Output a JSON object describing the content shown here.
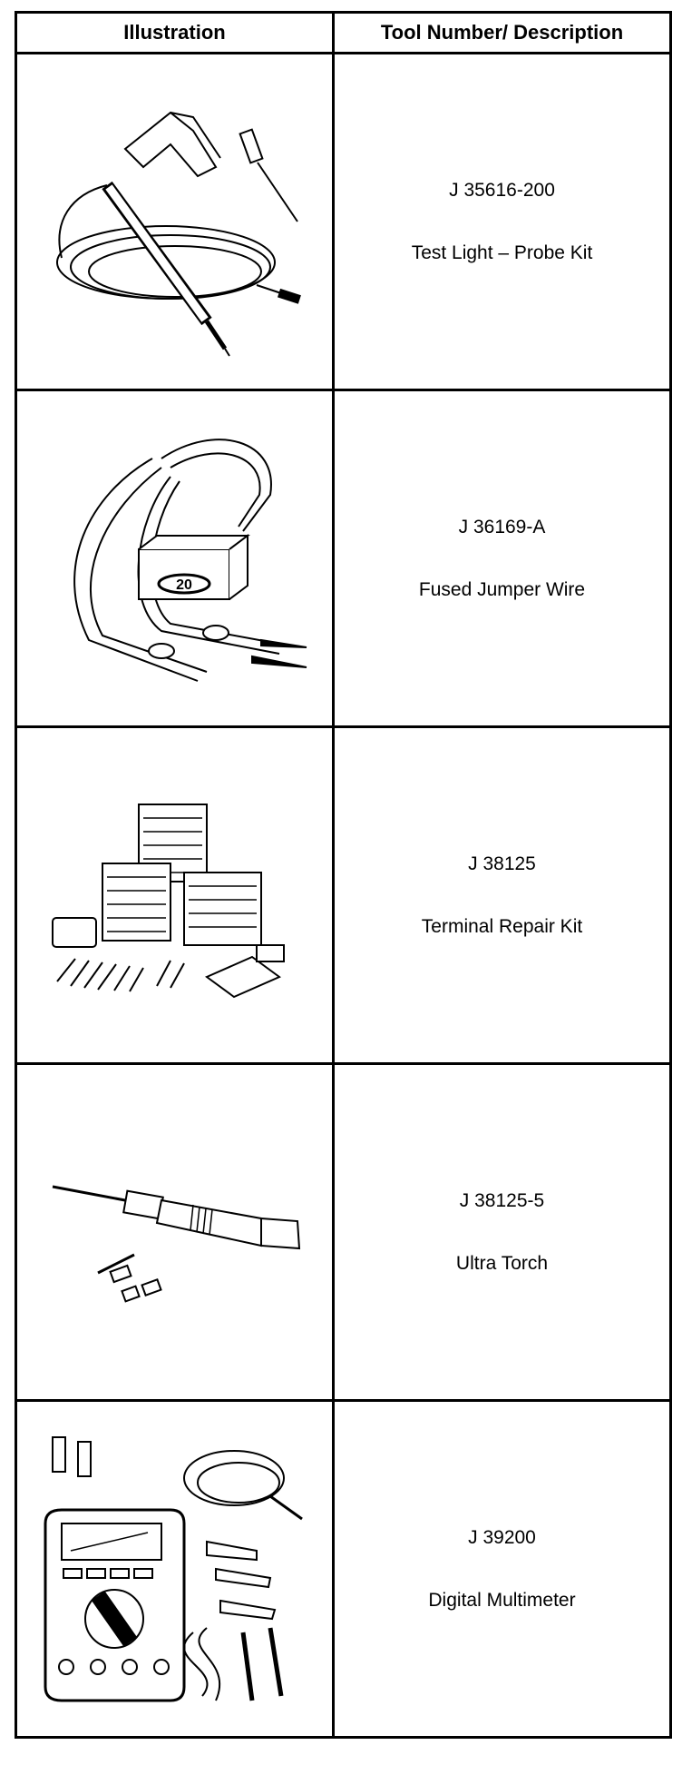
{
  "table": {
    "headers": {
      "illustration": "Illustration",
      "description": "Tool Number/ Description"
    },
    "rows": [
      {
        "number": "J 35616-200",
        "name": "Test Light – Probe Kit"
      },
      {
        "number": "J 36169-A",
        "name": "Fused Jumper Wire"
      },
      {
        "number": "J 38125",
        "name": "Terminal Repair Kit"
      },
      {
        "number": "J 38125-5",
        "name": "Ultra Torch"
      },
      {
        "number": "J 39200",
        "name": "Digital Multimeter"
      }
    ],
    "illustrations": {
      "fuse_label": "20"
    }
  }
}
